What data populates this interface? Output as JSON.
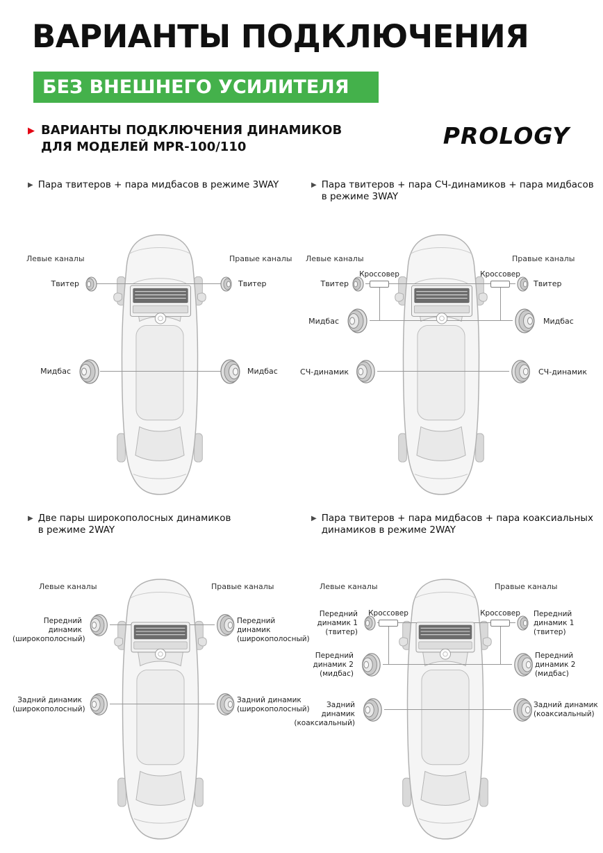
{
  "header": {
    "title": "ВАРИАНТЫ ПОДКЛЮЧЕНИЯ",
    "banner": "БЕЗ ВНЕШНЕГО УСИЛИТЕЛЯ",
    "subtitle_line1": "ВАРИАНТЫ ПОДКЛЮЧЕНИЯ ДИНАМИКОВ",
    "subtitle_line2": "ДЛЯ МОДЕЛЕЙ MPR-100/110",
    "brand": "PROLOGY"
  },
  "colors": {
    "banner_green": "#44b14b",
    "accent_red": "#e30613"
  },
  "panels": [
    {
      "title": "Пара твитеров + пара мидбасов в режиме 3WAY",
      "title2": "",
      "left_channels": "Левые каналы",
      "right_channels": "Правые каналы",
      "tweeter_left": "Твитер",
      "tweeter_right": "Твитер",
      "midbass_left": "Мидбас",
      "midbass_right": "Мидбас"
    },
    {
      "title": "Пара твитеров + пара СЧ-динамиков + пара мидбасов",
      "title2": "в режиме 3WAY",
      "left_channels": "Левые каналы",
      "right_channels": "Правые каналы",
      "crossover_left": "Кроссовер",
      "crossover_right": "Кроссовер",
      "tweeter_left": "Твитер",
      "tweeter_right": "Твитер",
      "midbass_left": "Мидбас",
      "midbass_right": "Мидбас",
      "mid_left": "СЧ-динамик",
      "mid_right": "СЧ-динамик"
    },
    {
      "title": "Две пары широкополосных динамиков",
      "title2": "в режиме 2WAY",
      "left_channels": "Левые каналы",
      "right_channels": "Правые каналы",
      "front_left": "Передний динамик\n(широкополосный)",
      "front_right": "Передний динамик\n(широкополосный)",
      "rear_left": "Задний динамик\n(широкополосный)",
      "rear_right": "Задний динамик\n(широкополосный)"
    },
    {
      "title": "Пара твитеров + пара мидбасов + пара коаксиальных",
      "title2": "динамиков в режиме 2WAY",
      "left_channels": "Левые каналы",
      "right_channels": "Правые каналы",
      "crossover_left": "Кроссовер",
      "crossover_right": "Кроссовер",
      "front1_left": "Передний\nдинамик 1\n(твитер)",
      "front1_right": "Передний\nдинамик 1\n(твитер)",
      "front2_left": "Передний\nдинамик 2\n(мидбас)",
      "front2_right": "Передний\nдинамик 2\n(мидбас)",
      "rear_left": "Задний динамик\n(коаксиальный)",
      "rear_right": "Задний динамик\n(коаксиальный)"
    }
  ]
}
